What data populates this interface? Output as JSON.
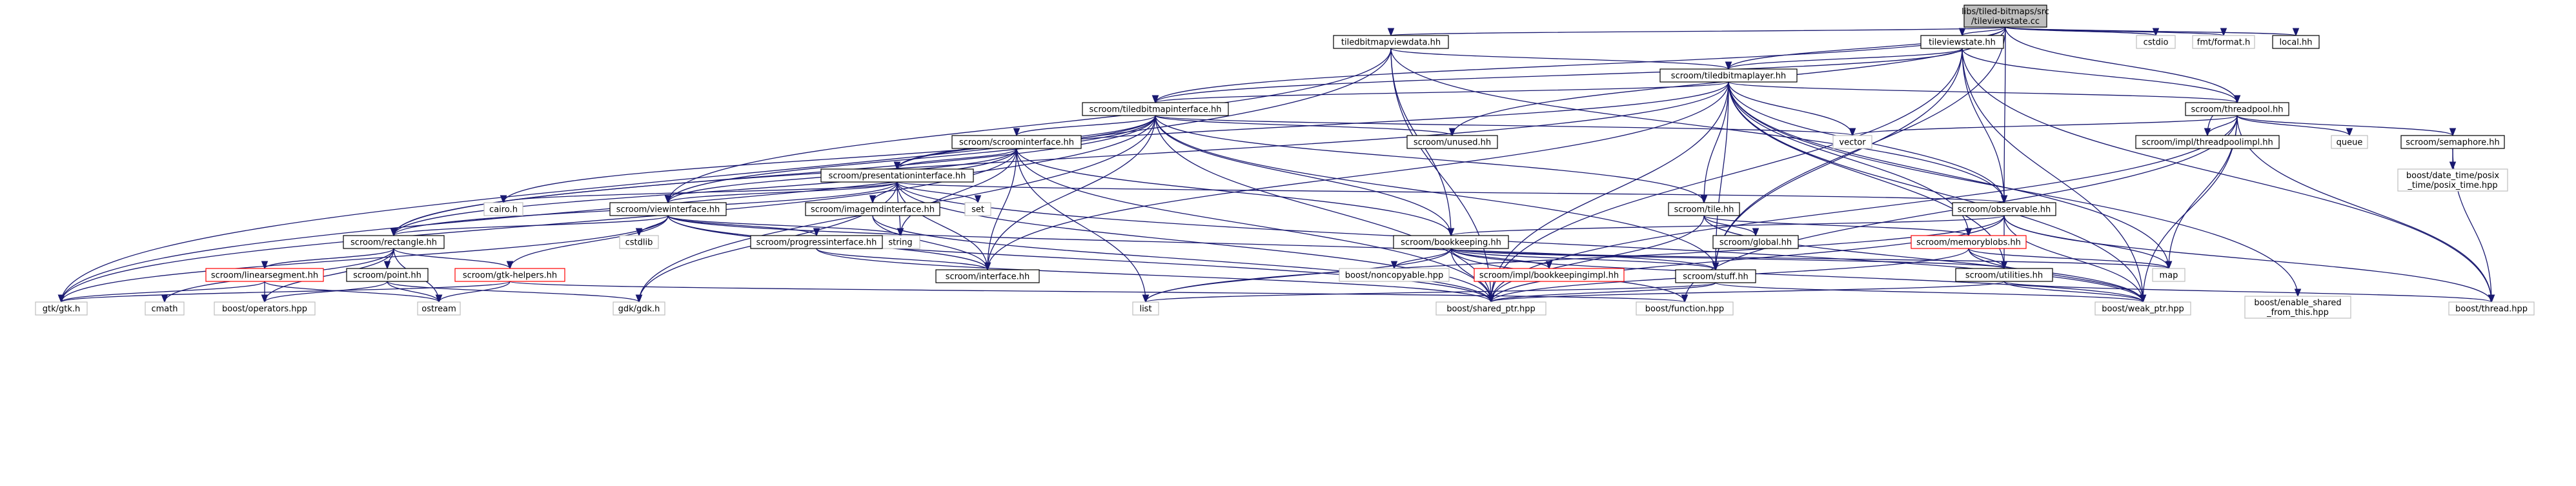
{
  "nodes": [
    {
      "id": "root",
      "lines": [
        "libs/tiled-bitmaps/src",
        "/tileviewstate.cc"
      ],
      "style": "root"
    },
    {
      "id": "tbvd",
      "lines": [
        "tiledbitmapviewdata.hh"
      ],
      "style": "normal"
    },
    {
      "id": "tvs",
      "lines": [
        "tileviewstate.hh"
      ],
      "style": "normal"
    },
    {
      "id": "cstdio",
      "lines": [
        "cstdio"
      ],
      "style": "gray"
    },
    {
      "id": "fmt",
      "lines": [
        "fmt/format.h"
      ],
      "style": "gray"
    },
    {
      "id": "local",
      "lines": [
        "local.hh"
      ],
      "style": "normal"
    },
    {
      "id": "tbl",
      "lines": [
        "scroom/tiledbitmaplayer.hh"
      ],
      "style": "normal"
    },
    {
      "id": "tbi",
      "lines": [
        "scroom/tiledbitmapinterface.hh"
      ],
      "style": "normal"
    },
    {
      "id": "threadpool",
      "lines": [
        "scroom/threadpool.hh"
      ],
      "style": "normal"
    },
    {
      "id": "unused",
      "lines": [
        "scroom/unused.hh"
      ],
      "style": "normal"
    },
    {
      "id": "vector",
      "lines": [
        "vector"
      ],
      "style": "gray"
    },
    {
      "id": "tpimpl",
      "lines": [
        "scroom/impl/threadpoolimpl.hh"
      ],
      "style": "normal"
    },
    {
      "id": "queue",
      "lines": [
        "queue"
      ],
      "style": "gray"
    },
    {
      "id": "semaphore",
      "lines": [
        "scroom/semaphore.hh"
      ],
      "style": "normal"
    },
    {
      "id": "scroomif",
      "lines": [
        "scroom/scroominterface.hh"
      ],
      "style": "normal"
    },
    {
      "id": "boostdt",
      "lines": [
        "boost/date_time/posix",
        "_time/posix_time.hpp"
      ],
      "style": "gray"
    },
    {
      "id": "presif",
      "lines": [
        "scroom/presentationinterface.hh"
      ],
      "style": "normal"
    },
    {
      "id": "tile",
      "lines": [
        "scroom/tile.hh"
      ],
      "style": "normal"
    },
    {
      "id": "observable",
      "lines": [
        "scroom/observable.hh"
      ],
      "style": "normal"
    },
    {
      "id": "cairo",
      "lines": [
        "cairo.h"
      ],
      "style": "gray"
    },
    {
      "id": "viewif",
      "lines": [
        "scroom/viewinterface.hh"
      ],
      "style": "normal"
    },
    {
      "id": "imgmif",
      "lines": [
        "scroom/imagemdinterface.hh"
      ],
      "style": "normal"
    },
    {
      "id": "set",
      "lines": [
        "set"
      ],
      "style": "gray"
    },
    {
      "id": "global",
      "lines": [
        "scroom/global.hh"
      ],
      "style": "normal"
    },
    {
      "id": "memblobs",
      "lines": [
        "scroom/memoryblobs.hh"
      ],
      "style": "red"
    },
    {
      "id": "string",
      "lines": [
        "string"
      ],
      "style": "gray"
    },
    {
      "id": "bookkeeping",
      "lines": [
        "scroom/bookkeeping.hh"
      ],
      "style": "normal"
    },
    {
      "id": "rect",
      "lines": [
        "scroom/rectangle.hh"
      ],
      "style": "normal"
    },
    {
      "id": "cstdlib",
      "lines": [
        "cstdlib"
      ],
      "style": "gray"
    },
    {
      "id": "progif",
      "lines": [
        "scroom/progressinterface.hh"
      ],
      "style": "normal"
    },
    {
      "id": "noncopy",
      "lines": [
        "boost/noncopyable.hpp"
      ],
      "style": "gray"
    },
    {
      "id": "bkimpl",
      "lines": [
        "scroom/impl/bookkeepingimpl.hh"
      ],
      "style": "red"
    },
    {
      "id": "utilities",
      "lines": [
        "scroom/utilities.hh"
      ],
      "style": "normal"
    },
    {
      "id": "map",
      "lines": [
        "map"
      ],
      "style": "gray"
    },
    {
      "id": "linseg",
      "lines": [
        "scroom/linearsegment.hh"
      ],
      "style": "red"
    },
    {
      "id": "point",
      "lines": [
        "scroom/point.hh"
      ],
      "style": "normal"
    },
    {
      "id": "gtkhelpers",
      "lines": [
        "scroom/gtk-helpers.hh"
      ],
      "style": "red"
    },
    {
      "id": "interface",
      "lines": [
        "scroom/interface.hh"
      ],
      "style": "normal"
    },
    {
      "id": "stuff",
      "lines": [
        "scroom/stuff.hh"
      ],
      "style": "normal"
    },
    {
      "id": "gtkgtk",
      "lines": [
        "gtk/gtk.h"
      ],
      "style": "gray"
    },
    {
      "id": "cmath",
      "lines": [
        "cmath"
      ],
      "style": "gray"
    },
    {
      "id": "boostops",
      "lines": [
        "boost/operators.hpp"
      ],
      "style": "gray"
    },
    {
      "id": "ostream",
      "lines": [
        "ostream"
      ],
      "style": "gray"
    },
    {
      "id": "gdk",
      "lines": [
        "gdk/gdk.h"
      ],
      "style": "gray"
    },
    {
      "id": "list",
      "lines": [
        "list"
      ],
      "style": "gray"
    },
    {
      "id": "sharedptr",
      "lines": [
        "boost/shared_ptr.hpp"
      ],
      "style": "gray"
    },
    {
      "id": "function",
      "lines": [
        "boost/function.hpp"
      ],
      "style": "gray"
    },
    {
      "id": "weakptr",
      "lines": [
        "boost/weak_ptr.hpp"
      ],
      "style": "gray"
    },
    {
      "id": "enableshared",
      "lines": [
        "boost/enable_shared",
        "_from_this.hpp"
      ],
      "style": "gray"
    },
    {
      "id": "thread",
      "lines": [
        "boost/thread.hpp"
      ],
      "style": "gray"
    }
  ]
}
